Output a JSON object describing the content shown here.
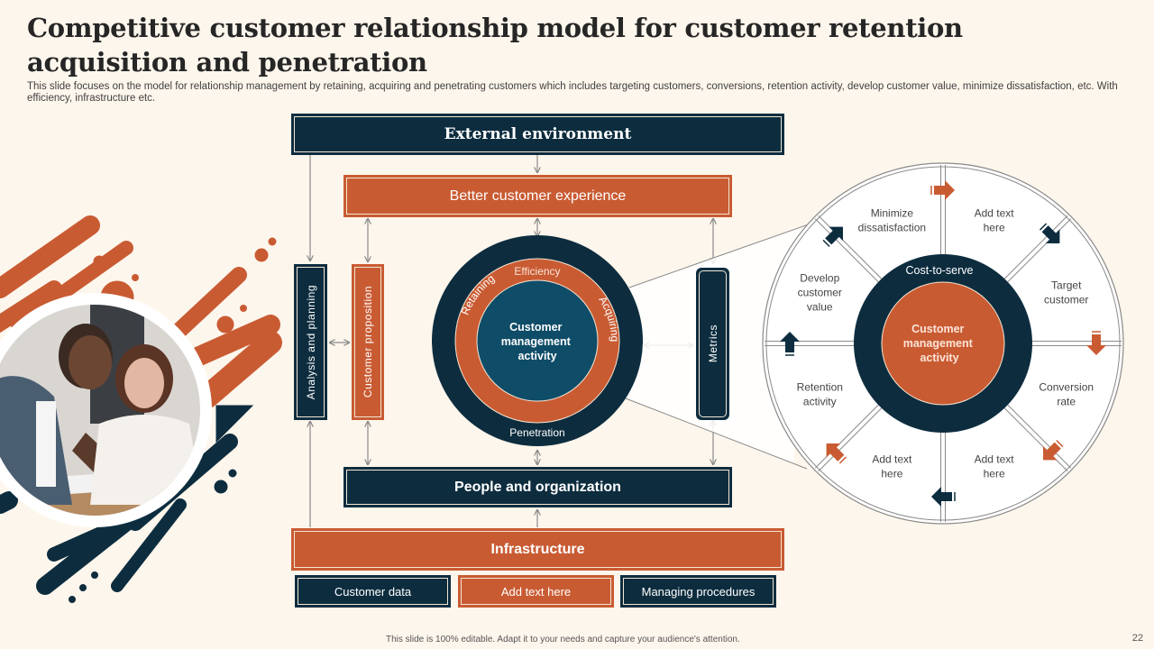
{
  "title": "Competitive customer relationship model for customer retention acquisition and penetration",
  "subtitle": "This slide focuses on the model for relationship management by retaining, acquiring and penetrating customers which includes targeting customers, conversions, retention activity,  develop customer value, minimize dissatisfaction, etc. With efficiency, infrastructure etc.",
  "colors": {
    "navy": "#0d2d3f",
    "orange": "#c95b33",
    "background": "#fdf6ec",
    "center_blue": "#0f4c68"
  },
  "model": {
    "external_environment": "External environment",
    "better_customer_experience": "Better customer experience",
    "analysis_and_planning": "Analysis and planning",
    "customer_proposition": "Customer proposition",
    "metrics": "Metrics",
    "people_and_organization": "People and organization",
    "infrastructure": "Infrastructure",
    "infrastructure_items": [
      "Customer data",
      "Add text here",
      "Managing procedures"
    ],
    "core_circle": {
      "center": "Customer management activity",
      "center_lines": [
        "Customer",
        "management",
        "activity"
      ],
      "inner_ring_label": "Efficiency",
      "outer_ring_labels": {
        "left": "Retaining",
        "right": "Acquiring",
        "bottom": "Penetration"
      }
    }
  },
  "wheel": {
    "hub_ring_label": "Cost-to-serve",
    "hub_center_lines": [
      "Customer",
      "management",
      "activity"
    ],
    "segments": [
      {
        "lines": [
          "Add text",
          "here"
        ]
      },
      {
        "lines": [
          "Target",
          "customer"
        ]
      },
      {
        "lines": [
          "Conversion",
          "rate"
        ]
      },
      {
        "lines": [
          "Add text",
          "here"
        ]
      },
      {
        "lines": [
          "Add text",
          "here"
        ]
      },
      {
        "lines": [
          "Retention",
          "activity"
        ]
      },
      {
        "lines": [
          "Develop",
          "customer",
          "value"
        ]
      },
      {
        "lines": [
          "Minimize",
          "dissatisfaction"
        ]
      }
    ]
  },
  "footer": "This slide is 100% editable. Adapt it to your needs and capture your audience's attention.",
  "page_number": "22"
}
